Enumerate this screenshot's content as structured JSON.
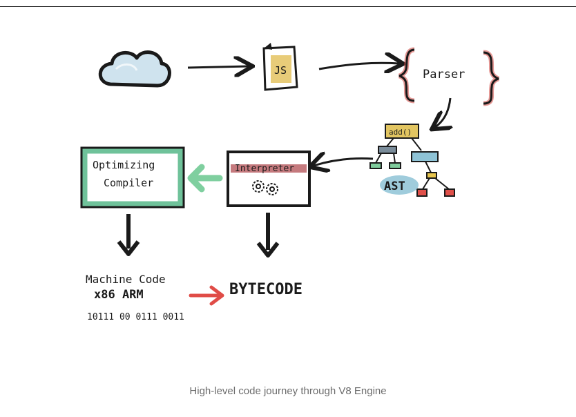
{
  "diagram": {
    "file_label": "JS",
    "parser_label": "Parser",
    "ast_root_label": "add()",
    "ast_label": "AST",
    "interpreter_label": "Interpreter",
    "compiler_line1": "Optimizing",
    "compiler_line2": "Compiler",
    "machine_code_title": "Machine Code",
    "machine_code_archs": "x86  ARM",
    "machine_code_bits": "10111 00 0111 0011",
    "bytecode_label": "BYTECODE",
    "colors": {
      "ink": "#1a1a1a",
      "cloud_fill": "#cfe3ee",
      "js_file_fill": "#e6c76a",
      "parser_brace": "#d0443e",
      "ast_root_fill": "#e2c561",
      "ast_green": "#7fcc9c",
      "ast_blue": "#8ec3d6",
      "ast_red": "#e0504a",
      "ast_yellow": "#e8c64e",
      "interpreter_band": "#b7595e",
      "compiler_border": "#6fc29a",
      "arrow_green": "#7fcf9f",
      "arrow_red": "#e04c47"
    }
  },
  "caption": "High-level code journey through V8 Engine"
}
